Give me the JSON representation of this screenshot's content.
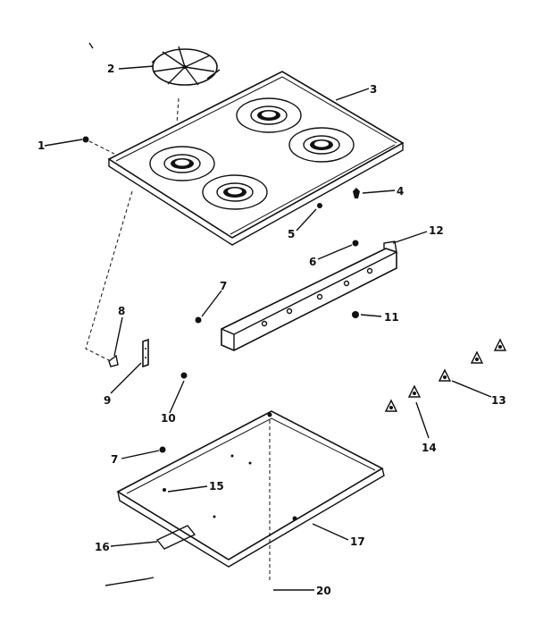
{
  "diagram": {
    "labels": {
      "p1": "1",
      "p2": "2",
      "p3": "3",
      "p4": "4",
      "p5": "5",
      "p6": "6",
      "p7a": "7",
      "p7b": "7",
      "p8": "8",
      "p9": "9",
      "p10": "10",
      "p11": "11",
      "p12": "12",
      "p13": "13",
      "p14": "14",
      "p15": "15",
      "p16": "16",
      "p17": "17",
      "p20": "20"
    }
  }
}
